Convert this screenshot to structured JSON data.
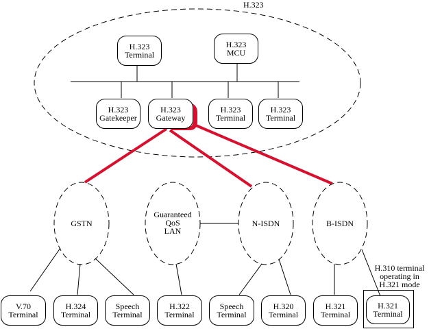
{
  "title": "H.323",
  "colors": {
    "link": "#d6102e",
    "line": "#000000"
  },
  "zone": {
    "terminal_top": [
      "H.323",
      "Terminal"
    ],
    "mcu": [
      "H.323",
      "MCU"
    ],
    "gatekeeper": [
      "H.323",
      "Gatekeeper"
    ],
    "gateway": [
      "H.323",
      "Gateway"
    ],
    "terminal_a": [
      "H.323",
      "Terminal"
    ],
    "terminal_b": [
      "H.323",
      "Terminal"
    ]
  },
  "networks": {
    "gstn": [
      "GSTN"
    ],
    "lan": [
      "Guaranteed",
      "QoS",
      "LAN"
    ],
    "nisdn": [
      "N-ISDN"
    ],
    "bisdn": [
      "B-ISDN"
    ]
  },
  "terminals": [
    [
      "V.70",
      "Terminal"
    ],
    [
      "H.324",
      "Terminal"
    ],
    [
      "Speech",
      "Terminal"
    ],
    [
      "H.322",
      "Terminal"
    ],
    [
      "Speech",
      "Terminal"
    ],
    [
      "H.320",
      "Terminal"
    ],
    [
      "H.321",
      "Terminal"
    ],
    [
      "H.321",
      "Terminal"
    ]
  ],
  "annotation": [
    "H.310 terminal",
    "operating in",
    "H.321 mode"
  ]
}
